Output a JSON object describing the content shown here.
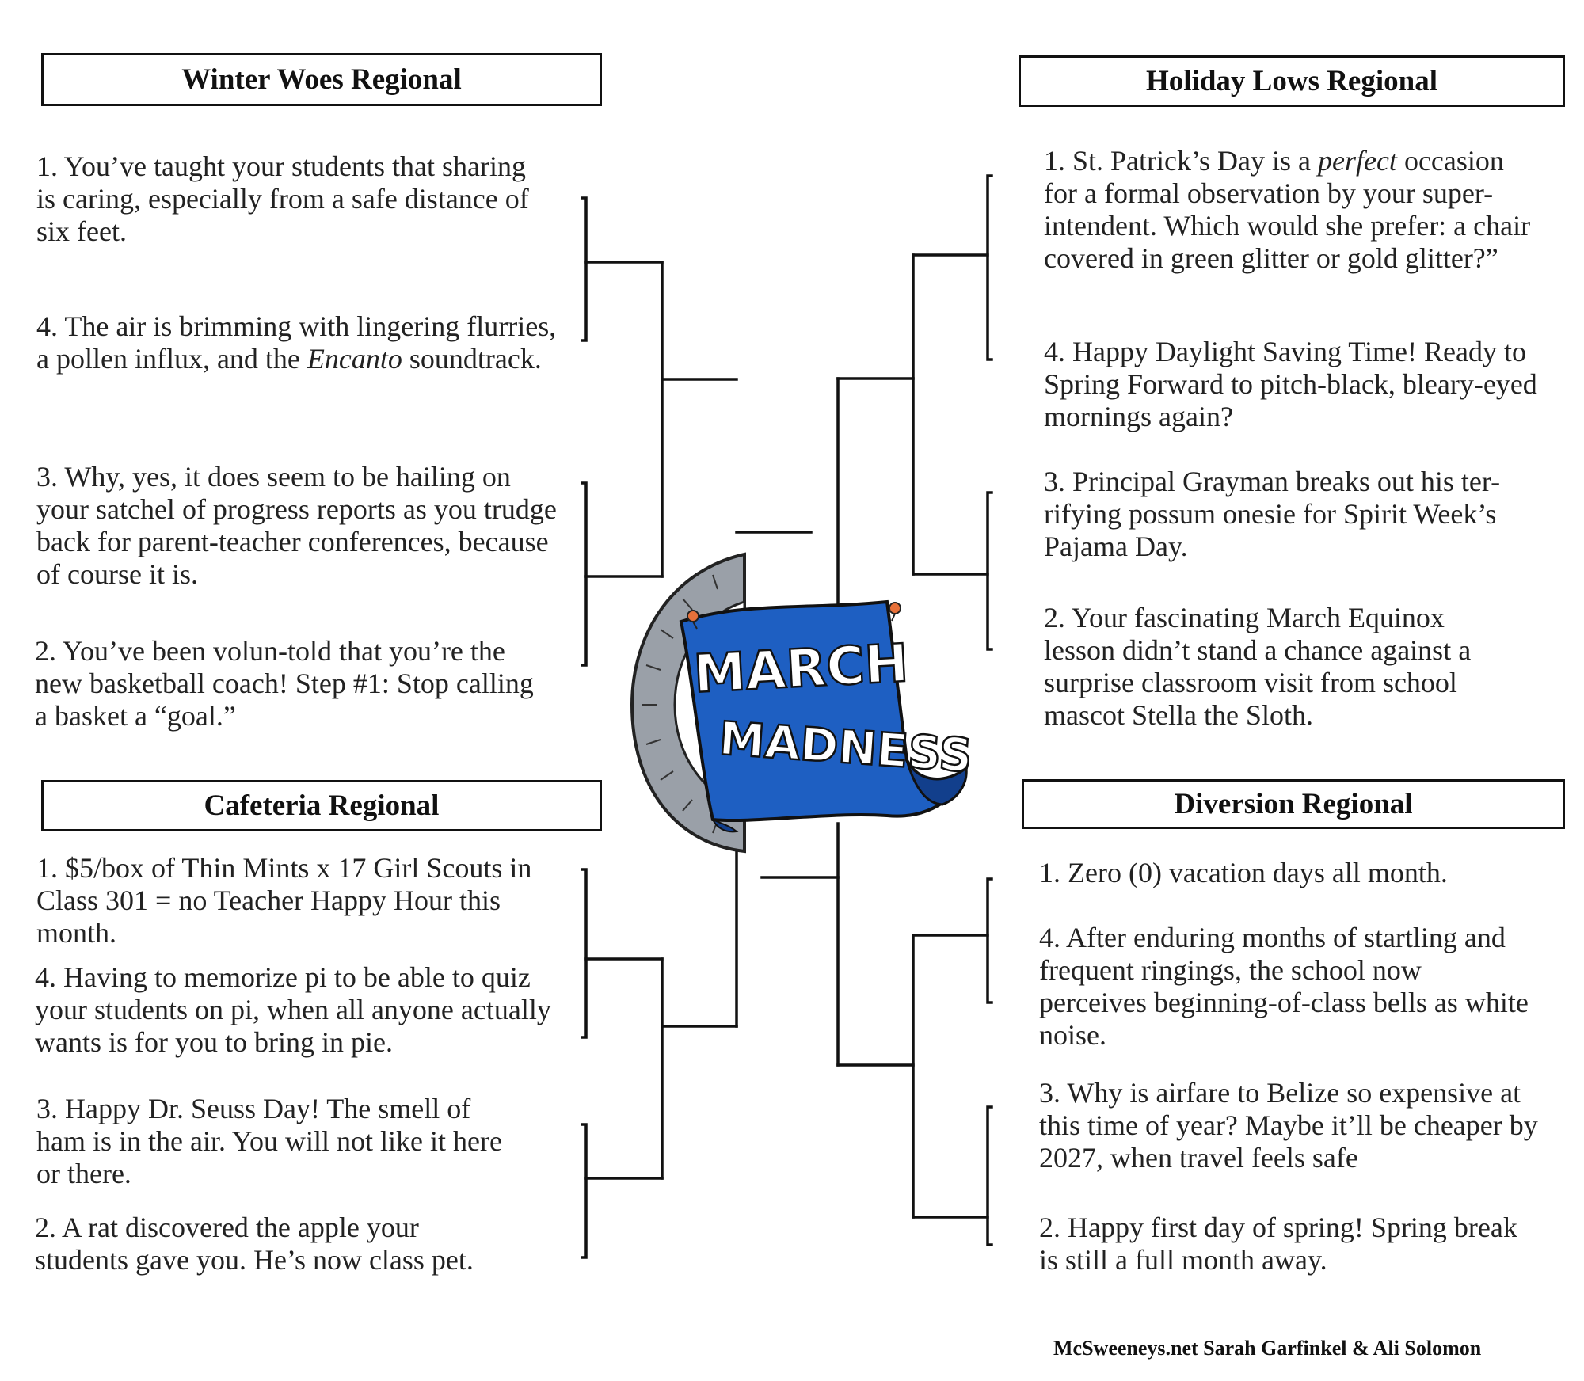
{
  "regions": {
    "winter": {
      "title": "Winter Woes Regional",
      "entries": [
        "1. You’ve taught your students that sharing is caring, especially from a safe distance of six feet.",
        "4. The air is brimming with lingering flurries, a pollen influx, and the ",
        "Encanto",
        " soundtrack.",
        "3. Why, yes, it does seem to be hailing on your satchel of progress reports as you trudge back for parent-teacher conferences, because of course it is.",
        "2. You’ve been volun-told that you’re the new basketball coach! Step #1: Stop calling a basket a “goal.”"
      ]
    },
    "holiday": {
      "title": "Holiday Lows Regional",
      "entries": [
        "1. St. Patrick’s Day is a ",
        "perfect",
        " occasion for a formal observation by your super-intendent. Which would she prefer: a chair covered in green glitter or gold glitter?”",
        "4. Happy Daylight Saving Time! Ready to Spring Forward to pitch-black, bleary-eyed  mornings again?",
        "3. Principal Grayman breaks out his ter-rifying possum onesie for Spirit Week’s Pajama Day.",
        "2. Your fascinating March Equinox lesson didn’t stand a chance against a surprise classroom visit from school mascot Stella the Sloth."
      ]
    },
    "cafeteria": {
      "title": "Cafeteria Regional",
      "entries": [
        "1. $5/box of Thin Mints x 17 Girl Scouts in Class 301 = no Teacher Happy Hour this month.",
        "4. Having to memorize pi to be able to quiz your students on pi, when all anyone actually wants is for you to bring in pie.",
        "3. Happy Dr. Seuss Day! The smell of ham is in the air. You will not like it here or there.",
        "2. A rat discovered the apple your students gave you. He’s now class pet."
      ]
    },
    "diversion": {
      "title": "Diversion Regional",
      "entries": [
        "1. Zero (0) vacation days all month.",
        "4. After enduring months of startling and frequent ringings, the school now perceives beginning-of-class bells as white noise.",
        "3. Why is airfare to Belize so expensive at this time of year? Maybe it’ll be cheaper by 2027, when travel feels safe",
        "2. Happy first day of spring! Spring break is still a full month away."
      ]
    }
  },
  "logo": {
    "line1": "MARCH",
    "line2": "MADNESS"
  },
  "credit": "McSweeneys.net  Sarah Garfinkel & Ali Solomon",
  "colors": {
    "banner": "#1e5fc2",
    "banner_dark": "#123f8c",
    "protractor": "#9aa0a8",
    "ink": "#111111"
  },
  "icons": [
    "protractor-icon",
    "pushpin-icon"
  ]
}
